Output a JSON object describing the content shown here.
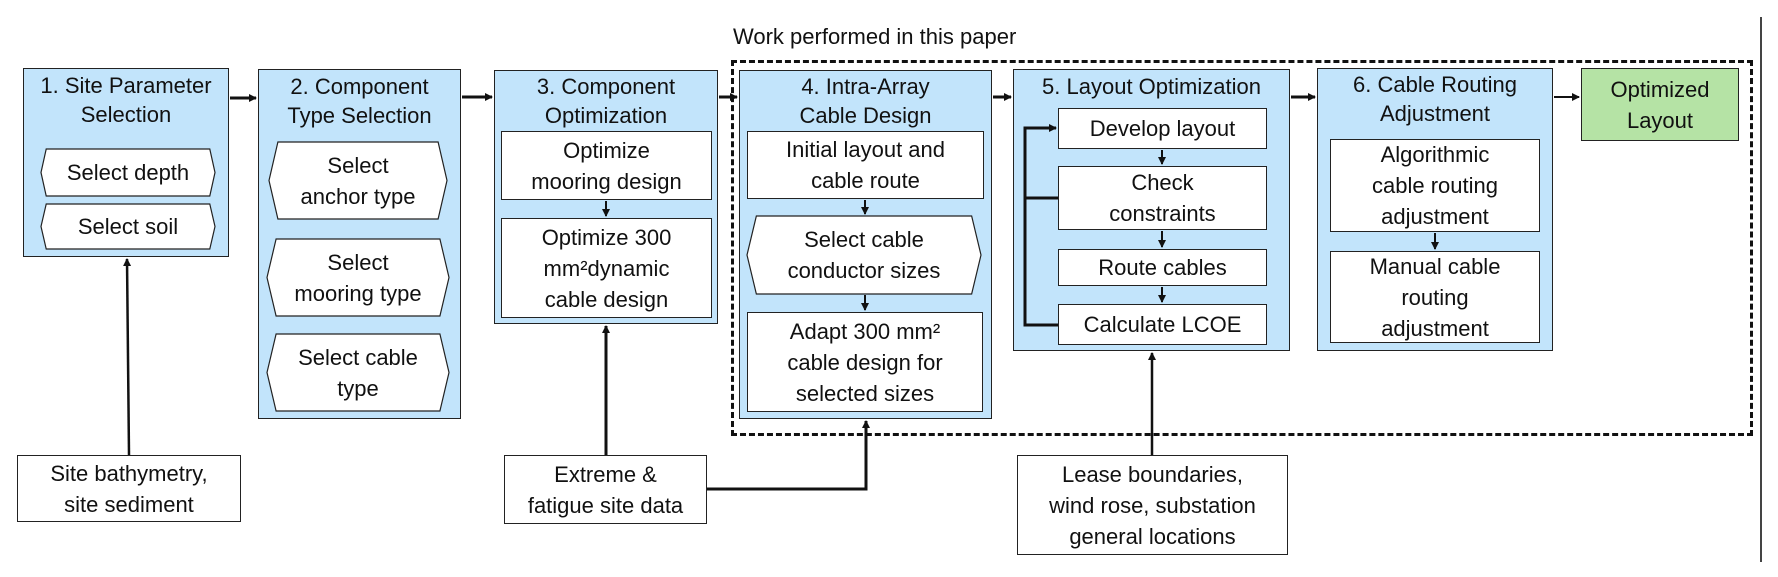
{
  "diagram": {
    "region_label": "Work performed in this paper",
    "stages": [
      {
        "title": "1. Site Parameter\nSelection",
        "steps": [
          "Select depth",
          "Select soil"
        ]
      },
      {
        "title": "2. Component\nType Selection",
        "steps": [
          "Select\nanchor type",
          "Select\nmooring type",
          "Select cable\ntype"
        ]
      },
      {
        "title": "3. Component\nOptimization",
        "steps": [
          "Optimize\nmooring design",
          "Optimize 300\nmm²dynamic\ncable design"
        ]
      },
      {
        "title": "4. Intra-Array\nCable Design",
        "steps": [
          "Initial layout and\ncable route",
          "Select cable\nconductor sizes",
          "Adapt 300 mm²\ncable design for\nselected sizes"
        ]
      },
      {
        "title": "5. Layout Optimization",
        "steps": [
          "Develop layout",
          "Check\nconstraints",
          "Route cables",
          "Calculate LCOE"
        ]
      },
      {
        "title": "6. Cable Routing\nAdjustment",
        "steps": [
          "Algorithmic\ncable routing\nadjustment",
          "Manual cable\nrouting\nadjustment"
        ]
      }
    ],
    "output": "Optimized\nLayout",
    "inputs": [
      {
        "label": "Site bathymetry,\nsite sediment",
        "feeds": "1. Site Parameter Selection"
      },
      {
        "label": "Extreme &\nfatigue site data",
        "feeds": "3. Component Optimization; 4. Intra-Array Cable Design"
      },
      {
        "label": "Lease boundaries,\nwind rose, substation\ngeneral locations",
        "feeds": "5. Layout Optimization"
      }
    ],
    "colors": {
      "stage_fill": "#c2e4fb",
      "output_fill": "#b5e3a5",
      "line": "#111111"
    }
  }
}
